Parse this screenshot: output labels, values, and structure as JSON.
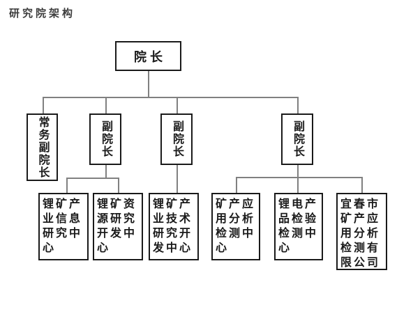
{
  "title": "研究院架构",
  "tree": {
    "root": {
      "label": "院长"
    },
    "level2": [
      {
        "label": "常务副院长",
        "children_indexes": []
      },
      {
        "label": "副院长",
        "children_indexes": [
          0,
          1
        ]
      },
      {
        "label": "副院长",
        "children_indexes": [
          2
        ]
      },
      {
        "label": "副院长",
        "children_indexes": [
          3,
          4,
          5
        ]
      }
    ],
    "level3": [
      {
        "label": "锂矿产业信息研究中心"
      },
      {
        "label": "锂矿资源研究开发中心"
      },
      {
        "label": "锂矿产业技术研究开发中心"
      },
      {
        "label": "矿产应用分析检测中心"
      },
      {
        "label": "锂电产品检验检测中心"
      },
      {
        "label": "宜春市矿产应用分析检测有限公司"
      }
    ]
  },
  "colors": {
    "background": "#ffffff",
    "box_border": "#1a1a1a",
    "connector_line": "#808080",
    "text": "#1a1a1a",
    "title_text": "#3d3d3d"
  }
}
